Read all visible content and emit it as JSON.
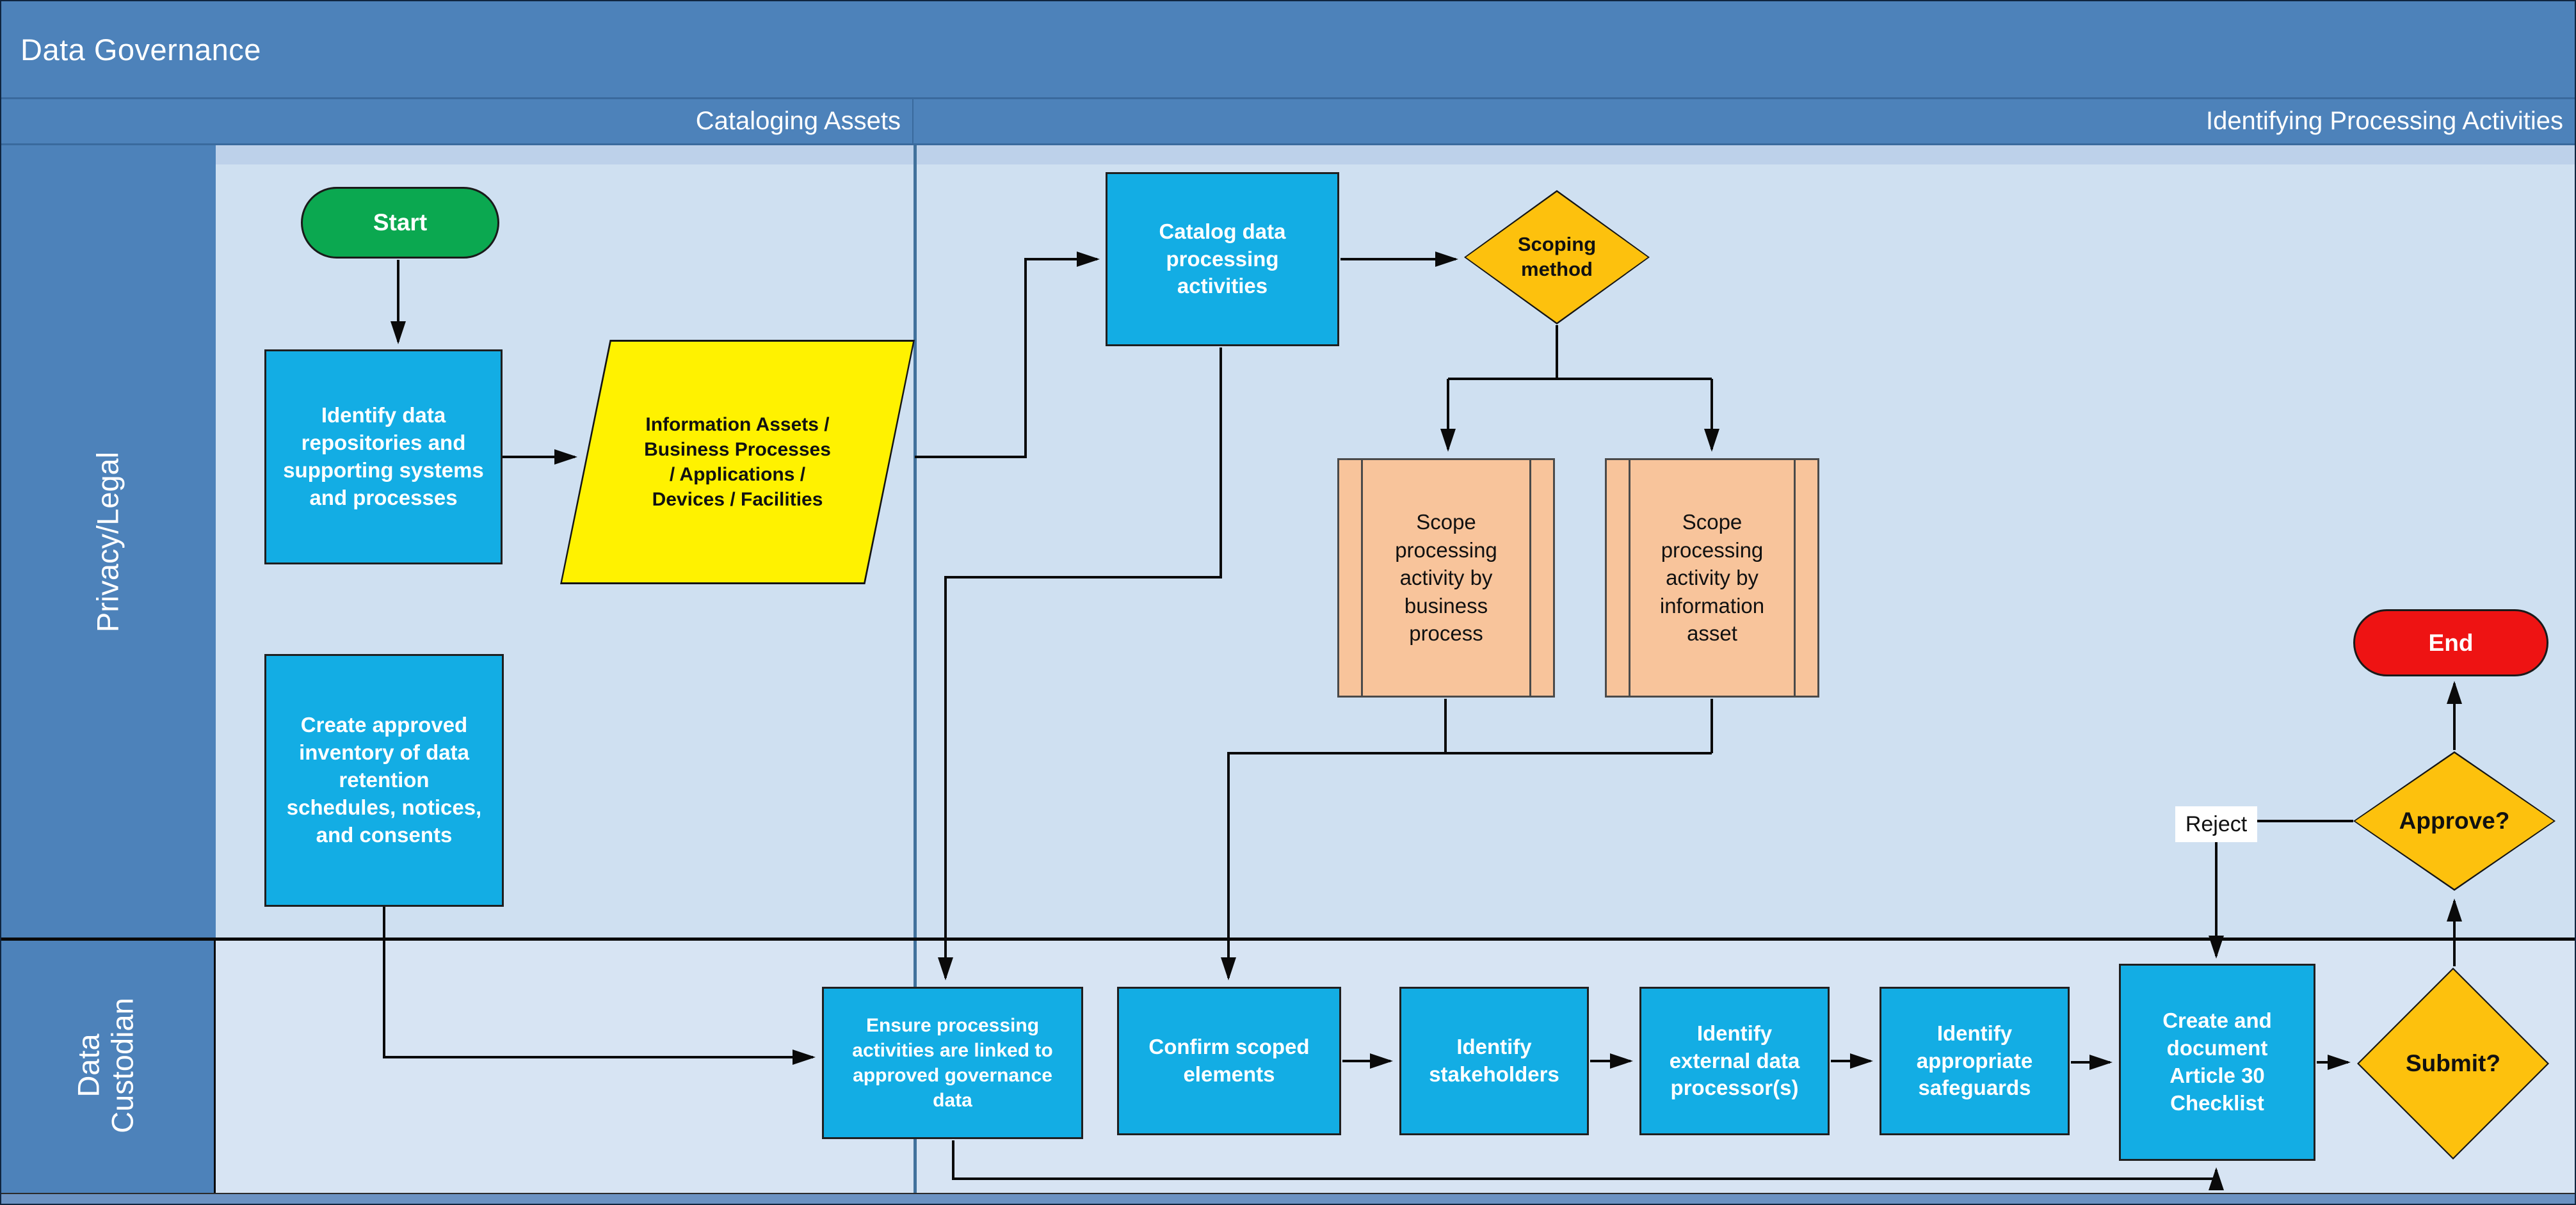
{
  "title": "Data Governance",
  "phases": [
    {
      "label": "Cataloging Assets"
    },
    {
      "label": "Identifying Processing Activities"
    }
  ],
  "lanes": [
    {
      "label": "Privacy/Legal"
    },
    {
      "label": "Data Custodian"
    }
  ],
  "nodes": {
    "start": {
      "type": "terminator",
      "label": "Start"
    },
    "identify_repositories": {
      "type": "process",
      "label": "Identify data repositories and supporting systems and processes"
    },
    "information_assets": {
      "type": "data",
      "label": "Information Assets / Business Processes / Applications / Devices / Facilities"
    },
    "catalog_activities": {
      "type": "process",
      "label": "Catalog data processing activities"
    },
    "scoping_method": {
      "type": "decision",
      "label": "Scoping method"
    },
    "scope_by_business_process": {
      "type": "predefined-process",
      "label": "Scope processing activity by business process"
    },
    "scope_by_information_asset": {
      "type": "predefined-process",
      "label": "Scope processing activity by information asset"
    },
    "create_inventory": {
      "type": "process",
      "label": "Create approved inventory of data retention schedules, notices, and consents"
    },
    "ensure_linked": {
      "type": "process",
      "label": "Ensure processing activities are linked to approved governance data"
    },
    "confirm_scoped": {
      "type": "process",
      "label": "Confirm scoped elements"
    },
    "identify_stakeholders": {
      "type": "process",
      "label": "Identify stakeholders"
    },
    "identify_external_processors": {
      "type": "process",
      "label": "Identify external data processor(s)"
    },
    "identify_safeguards": {
      "type": "process",
      "label": "Identify appropriate safeguards"
    },
    "article30_checklist": {
      "type": "process",
      "label": "Create and document Article 30 Checklist"
    },
    "submit": {
      "type": "decision",
      "label": "Submit?"
    },
    "approve": {
      "type": "decision",
      "label": "Approve?"
    },
    "end": {
      "type": "terminator",
      "label": "End"
    }
  },
  "edge_labels": {
    "reject": "Reject"
  },
  "colors": {
    "header_blue": "#4d82ba",
    "lane_bg_privacy": "#cfe0f1",
    "lane_bg_custodian": "#d7e4f3",
    "process_fill": "#13ade4",
    "terminator_start_fill": "#0ba850",
    "terminator_end_fill": "#ee1313",
    "decision_fill": "#fdc10d",
    "data_fill": "#fff200",
    "predefined_fill": "#f8c49b",
    "phase_divider": "#41719c",
    "connector": "#0a0a0a"
  }
}
